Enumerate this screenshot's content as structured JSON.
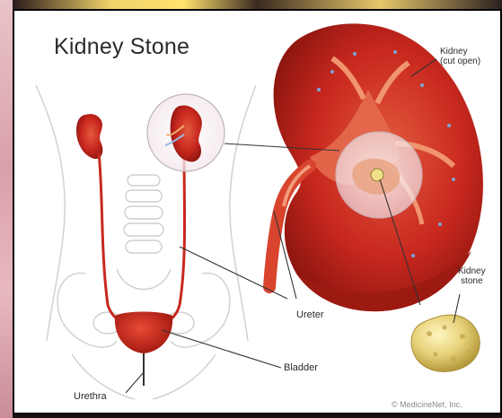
{
  "diagram": {
    "title": "Kidney Stone",
    "labels": {
      "kidney_cut_open_line1": "Kidney",
      "kidney_cut_open_line2": "(cut open)",
      "ureter": "Ureter",
      "kidney_stone_line1": "Kidney",
      "kidney_stone_line2": "stone",
      "bladder": "Bladder",
      "urethra": "Urethra"
    },
    "copyright": "© MedicineNet, Inc."
  },
  "colors": {
    "kidney_red": "#c8281e",
    "kidney_dark": "#8e1610",
    "kidney_light": "#e46a4e",
    "stone_yellow": "#e8d27a",
    "body_outline": "#c9c9c9",
    "leader_line": "#333333"
  }
}
